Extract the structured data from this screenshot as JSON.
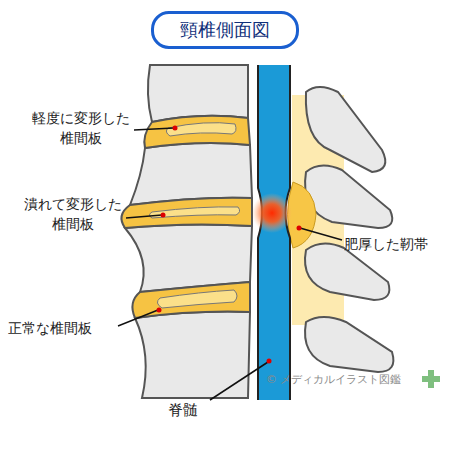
{
  "diagram": {
    "title": "頸椎側面図",
    "labels": [
      "軽度に変形した 椎間板",
      "潰れて変形した 椎間板",
      "正常な椎間板",
      "肥厚した靭帯",
      "脊髄",
      "© メディカルイラスト図鑑"
    ]
  }
}
